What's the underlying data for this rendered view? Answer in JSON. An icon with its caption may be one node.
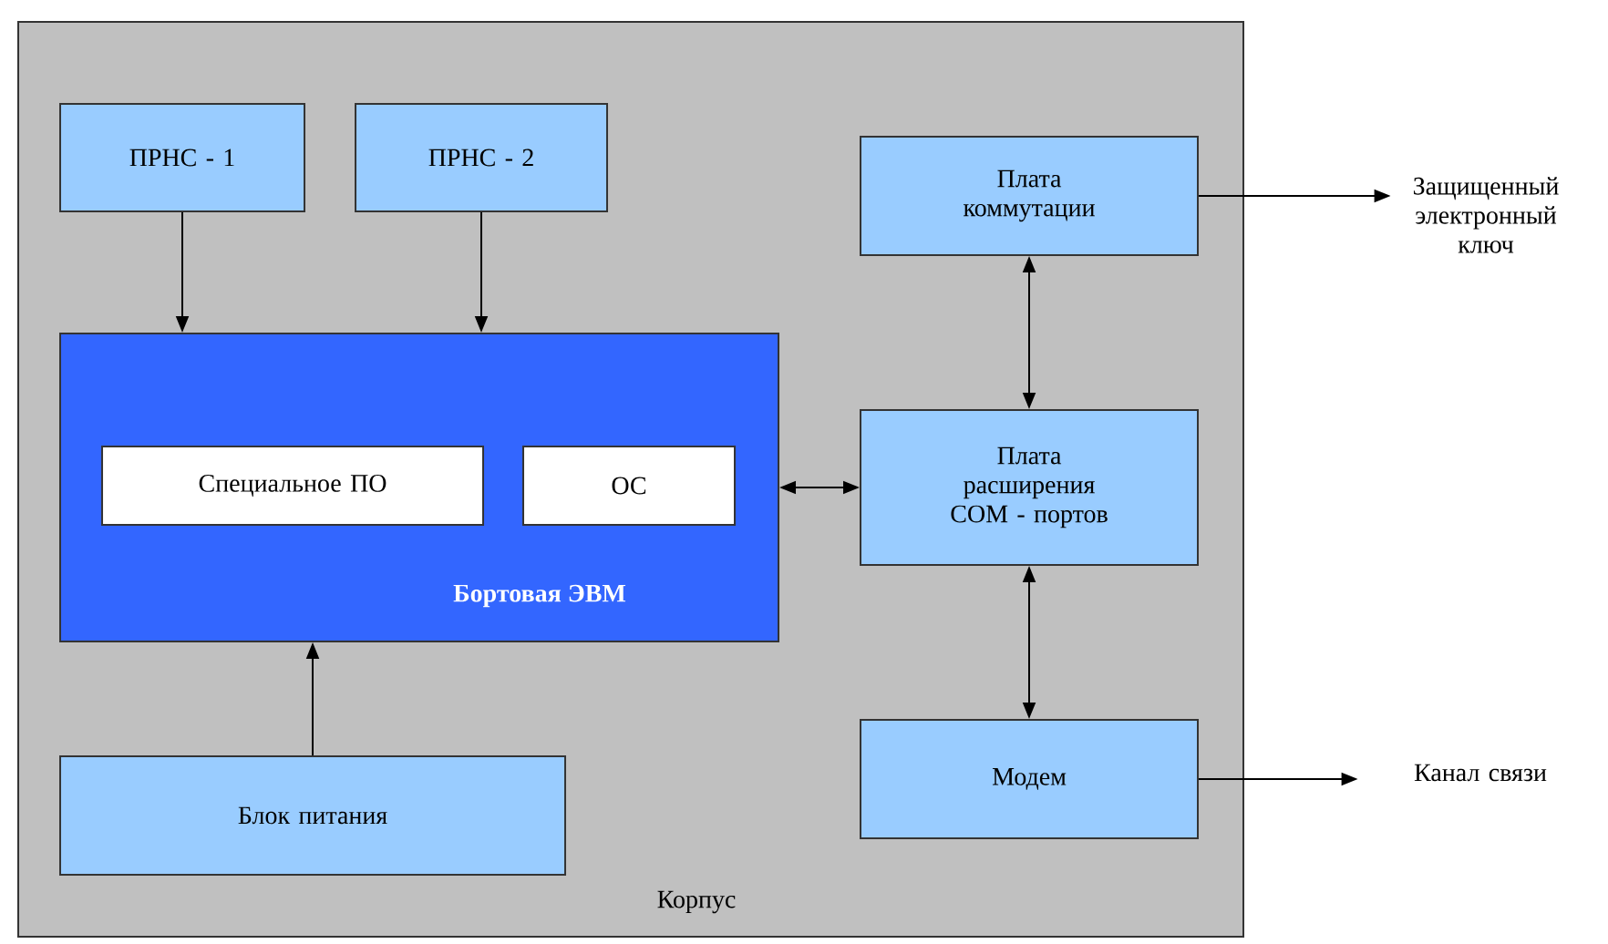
{
  "diagram": {
    "nodes": [
      {
        "text": [
          "Корпус"
        ]
      },
      {
        "text": [
          "ПРНС - 1"
        ],
        "in": 0
      },
      {
        "text": [
          "ПРНС - 2"
        ],
        "in": 0
      },
      {
        "text": [
          "Бортовая ЭВМ"
        ],
        "in": 0
      },
      {
        "text": [
          "Специальное ПО"
        ],
        "in": 3
      },
      {
        "text": [
          "ОС"
        ],
        "in": 3
      },
      {
        "text": [
          "Плата коммутации"
        ],
        "in": 0
      },
      {
        "text": [
          "Плата расширения COM - портов"
        ],
        "in": 0
      },
      {
        "text": [
          "Модем"
        ],
        "in": 0
      },
      {
        "text": [
          "Блок питания"
        ],
        "in": 0
      },
      {
        "text": [
          "Защищенный электронный ключ"
        ]
      },
      {
        "text": [
          "Канал связи"
        ]
      }
    ],
    "edges": [
      {
        "from": 1,
        "to": 3,
        "arrow": "to"
      },
      {
        "from": 2,
        "to": 3,
        "arrow": "to"
      },
      {
        "from": 9,
        "to": 3,
        "arrow": "to"
      },
      {
        "from": 3,
        "to": 7,
        "arrow": "both"
      },
      {
        "from": 6,
        "to": 7,
        "arrow": "both"
      },
      {
        "from": 7,
        "to": 8,
        "arrow": "both"
      },
      {
        "from": 6,
        "to": 10,
        "arrow": "to"
      },
      {
        "from": 8,
        "to": 11,
        "arrow": "to"
      }
    ]
  }
}
